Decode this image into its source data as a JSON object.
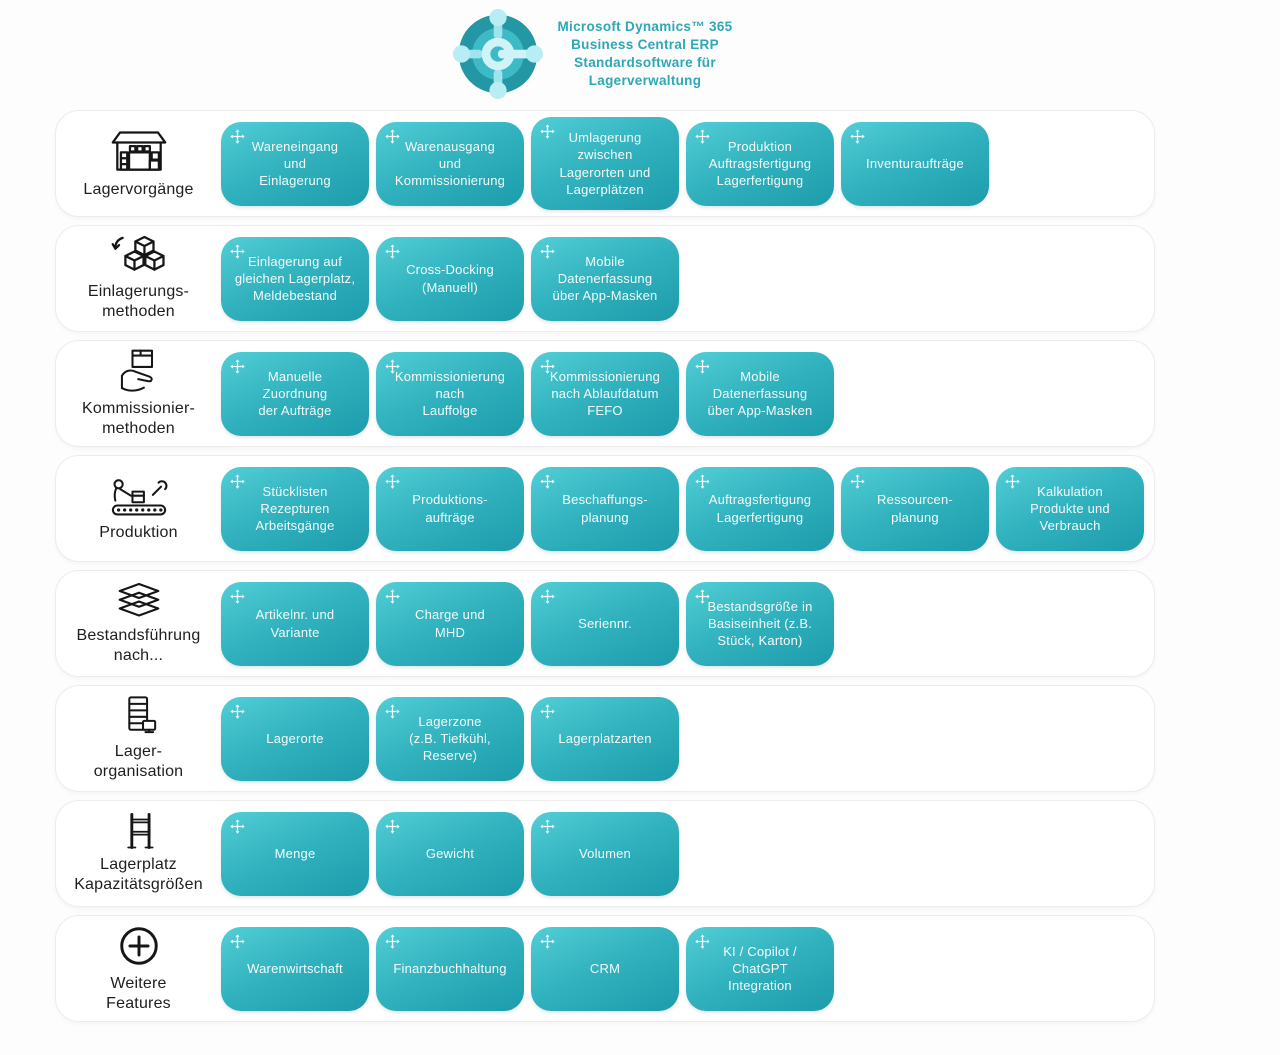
{
  "header": {
    "title_lines": [
      "Microsoft Dynamics™ 365",
      "Business Central ERP",
      "Standardsoftware für",
      "Lagerverwaltung"
    ],
    "logo_icon": "business-central-logo"
  },
  "colors": {
    "header_text": "#2ea7b6",
    "button_gradient_start": "#52ced6",
    "button_gradient_end": "#1d9cab",
    "logo_dark_teal": "#2397a4",
    "logo_mid_teal": "#3ebac6",
    "logo_light_cyan": "#b7edf3",
    "category_text": "#1e1e1e"
  },
  "rows": [
    {
      "icon": "warehouse-icon",
      "label": "Lagervorgänge",
      "buttons": [
        "Wareneingang\nund\nEinlagerung",
        "Warenausgang\nund\nKommissionierung",
        "Umlagerung\nzwischen\nLagerorten und\nLagerplätzen",
        "Produktion\nAuftragsfertigung\nLagerfertigung",
        "Inventuraufträge"
      ]
    },
    {
      "icon": "cubes-arrow-icon",
      "label": "Einlagerungs-\nmethoden",
      "buttons": [
        "Einlagerung auf\ngleichen Lagerplatz,\nMeldebestand",
        "Cross-Docking\n(Manuell)",
        "Mobile\nDatenerfassung\nüber App-Masken"
      ]
    },
    {
      "icon": "hand-box-icon",
      "label": "Kommissionier-\nmethoden",
      "buttons": [
        "Manuelle\nZuordnung\nder Aufträge",
        "Kommissionierung\nnach\nLauffolge",
        "Kommissionierung\nnach Ablaufdatum\nFEFO",
        "Mobile\nDatenerfassung\nüber App-Masken"
      ]
    },
    {
      "icon": "conveyor-icon",
      "label": "Produktion",
      "buttons": [
        "Stücklisten\nRezepturen\nArbeitsgänge",
        "Produktions-\naufträge",
        "Beschaffungs-\nplanung",
        "Auftragsfertigung\nLagerfertigung",
        "Ressourcen-\nplanung",
        "Kalkulation\nProdukte und\nVerbrauch"
      ]
    },
    {
      "icon": "layers-icon",
      "label": "Bestandsführung\nnach...",
      "buttons": [
        "Artikelnr. und\nVariante",
        "Charge und\nMHD",
        "Seriennr.",
        "Bestandsgröße in\nBasiseinheit (z.B.\nStück, Karton)"
      ]
    },
    {
      "icon": "server-icon",
      "label": "Lager-\norganisation",
      "buttons": [
        "Lagerorte",
        "Lagerzone\n(z.B. Tiefkühl,\nReserve)",
        "Lagerplatzarten"
      ]
    },
    {
      "icon": "rack-icon",
      "label": "Lagerplatz\nKapazitätsgrößen",
      "buttons": [
        "Menge",
        "Gewicht",
        "Volumen"
      ]
    },
    {
      "icon": "plus-circle-icon",
      "label": "Weitere\nFeatures",
      "buttons": [
        "Warenwirtschaft",
        "Finanzbuchhaltung",
        "CRM",
        "KI / Copilot /\nChatGPT\nIntegration"
      ]
    }
  ]
}
